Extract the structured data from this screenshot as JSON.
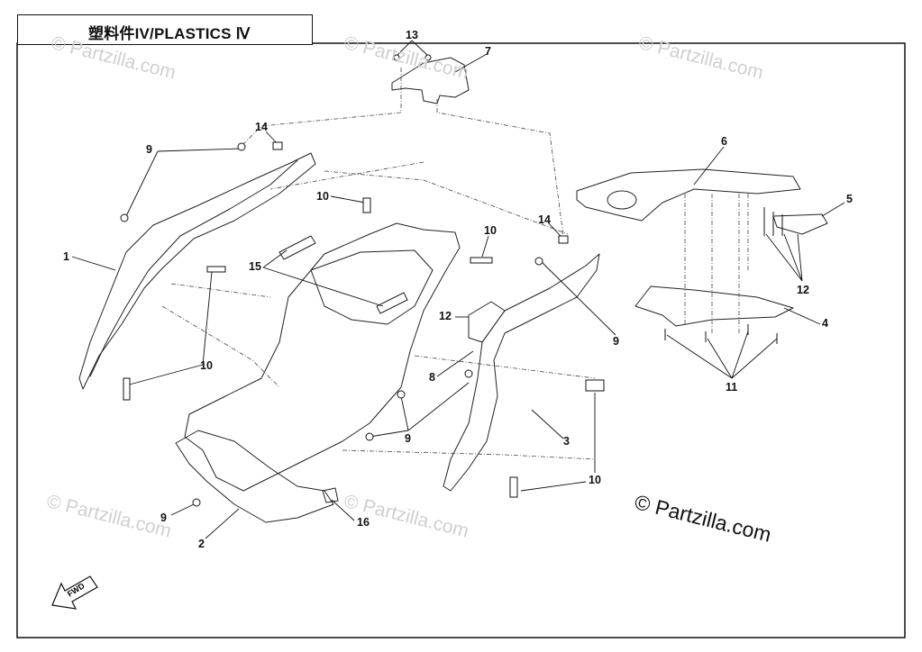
{
  "title": "塑料件IV/PLASTICS Ⅳ",
  "copyright": "© Partzilla.com",
  "watermark": "© Partzilla.com",
  "fwd_label": "FWD",
  "callouts": {
    "c13": "13",
    "c7": "7",
    "c14a": "14",
    "c9a": "9",
    "c6": "6",
    "c5": "5",
    "c10a": "10",
    "c10b": "10",
    "c14b": "14",
    "c1": "1",
    "c15": "15",
    "c12a": "12",
    "c12b": "12",
    "c9b": "9",
    "c4": "4",
    "c10c": "10",
    "c8": "8",
    "c11": "11",
    "c9c": "9",
    "c3": "3",
    "c10d": "10",
    "c9d": "9",
    "c2": "2",
    "c16": "16"
  }
}
